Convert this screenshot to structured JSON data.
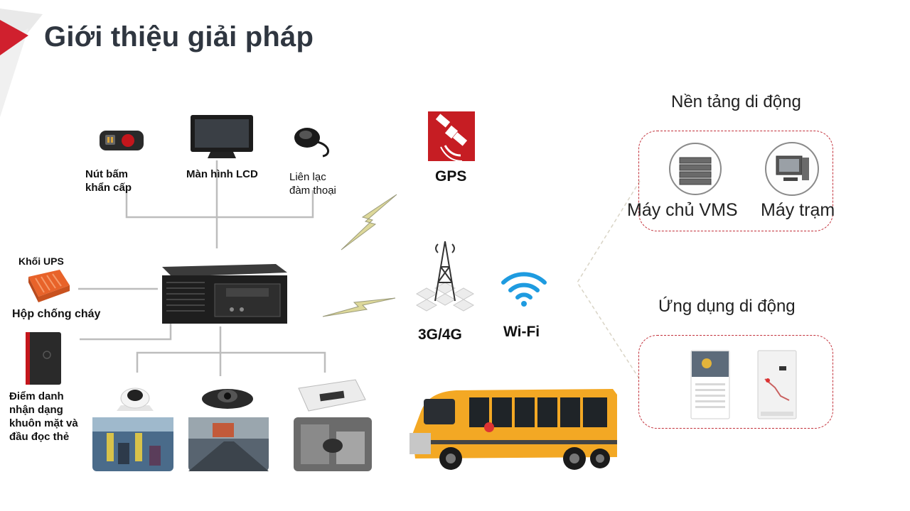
{
  "slide": {
    "title": "Giới thiệu giải pháp",
    "accent_color": "#d0202e"
  },
  "devices": {
    "emergency_button": "Nút bấm\nkhẩn cấp",
    "lcd": "Màn hình LCD",
    "intercom": "Liên lạc\nđàm thoại",
    "ups": "Khối UPS",
    "fireproof_box": "Hộp chống cháy",
    "attendance": "Điểm danh\nnhận dạng\nkhuôn mặt và\nđầu đọc thẻ"
  },
  "network": {
    "gps": "GPS",
    "cellular": "3G/4G",
    "wifi": "Wi-Fi"
  },
  "platform": {
    "heading": "Nền tảng di động",
    "vms_server": "Máy chủ VMS",
    "workstation": "Máy trạm"
  },
  "mobile_app": {
    "heading": "Ứng dụng di động"
  }
}
